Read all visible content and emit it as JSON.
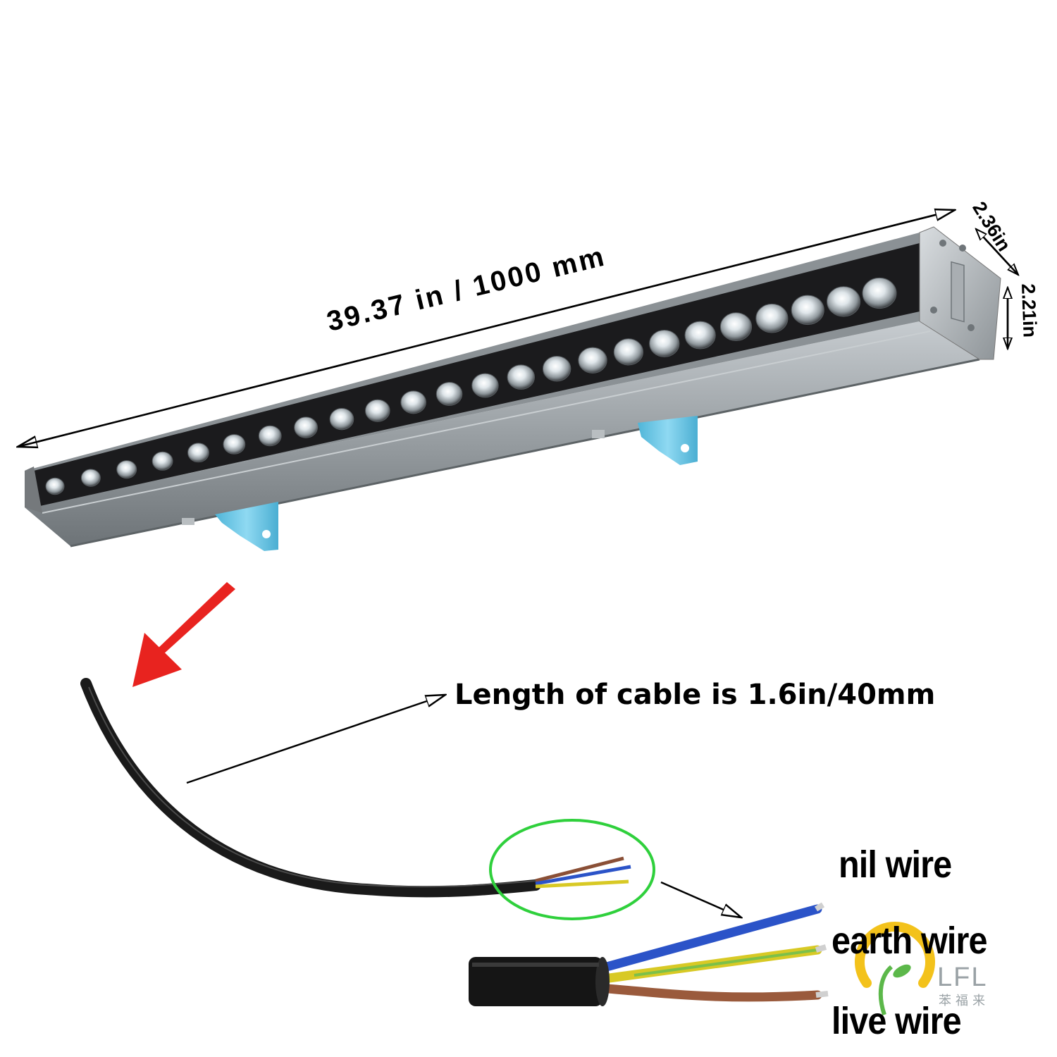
{
  "labels": {
    "length": "39.37 in / 1000 mm",
    "width": "2.36in",
    "height": "2.21in",
    "cable_length": "Length of cable is 1.6in/40mm",
    "nil_wire": "nil wire",
    "earth_wire": "earth wire",
    "live_wire": "live wire"
  },
  "logo": {
    "text": "LFL",
    "chinese": "苯福来"
  },
  "led_count": 24,
  "colors": {
    "housing": "#9ea4a8",
    "lens_strip": "#1b1b1d",
    "bracket": "#69c7e6",
    "cable": "#1a1a1a",
    "red_arrow": "#e8231f",
    "green_circle": "#2fd03c",
    "wire_blue": "#2b53c8",
    "wire_yellow_green": "#d8c925",
    "wire_brown": "#9a5a3c",
    "logo_accent": "#f3c21b"
  }
}
